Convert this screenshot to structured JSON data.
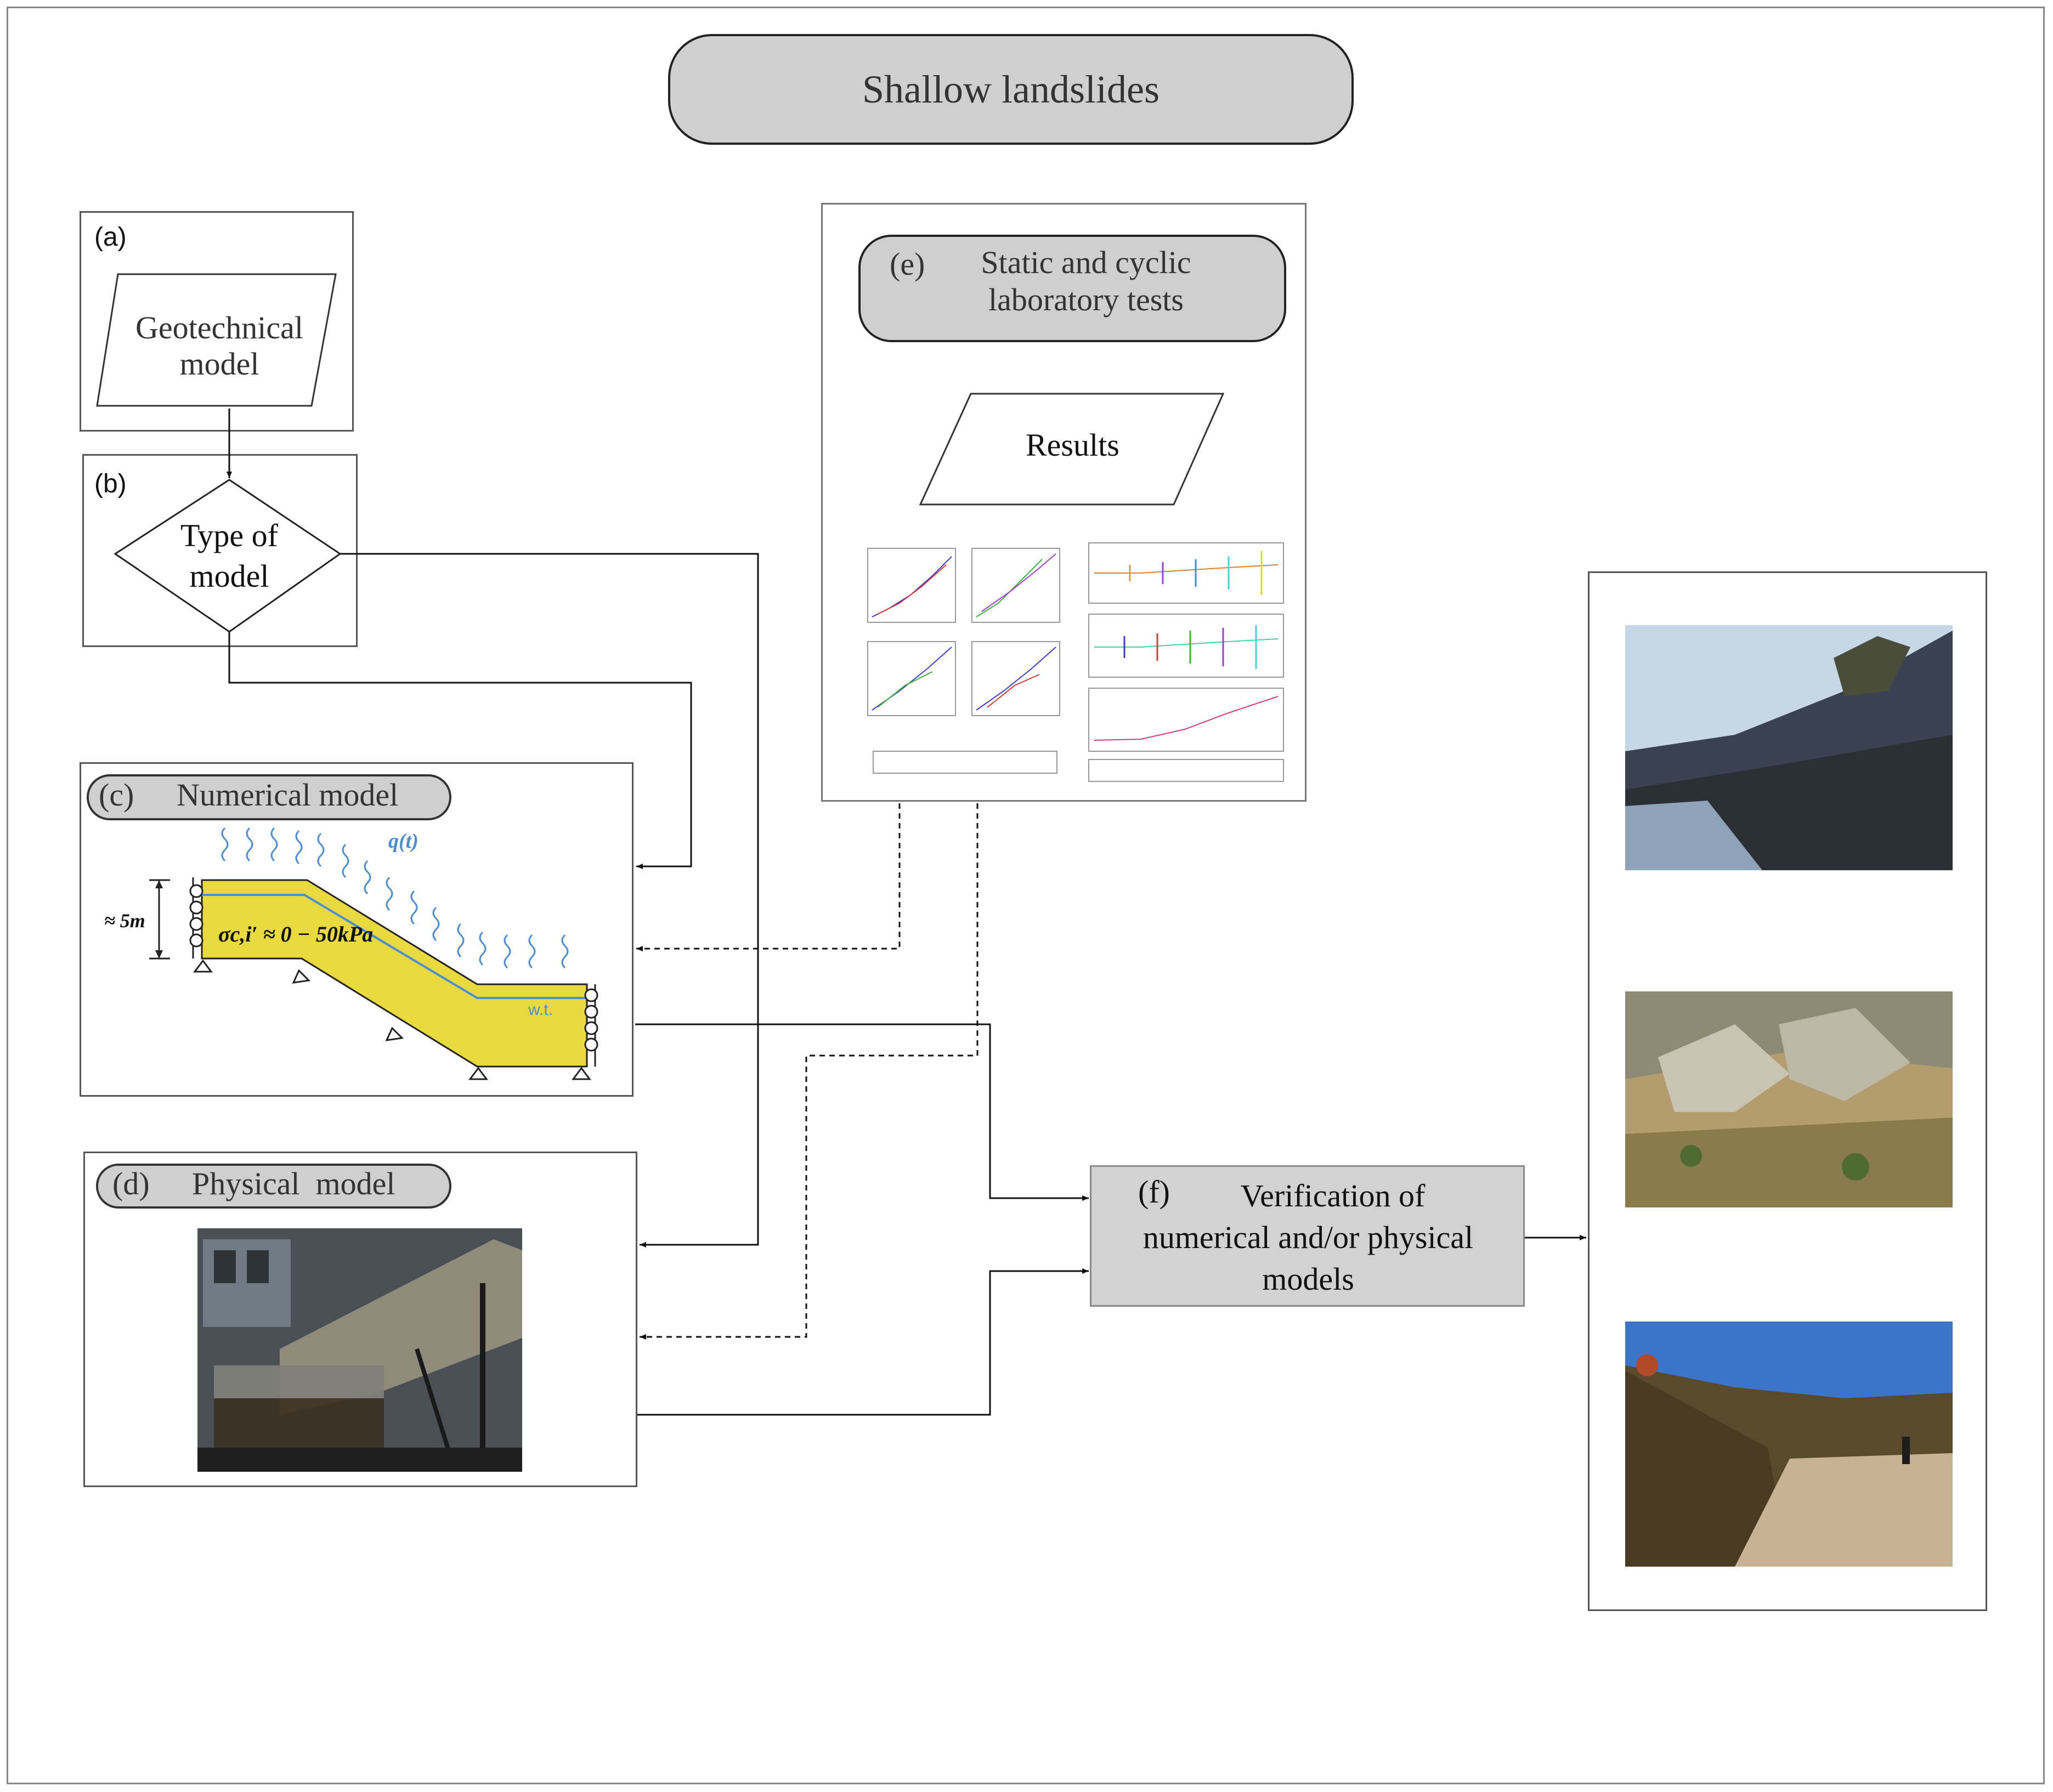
{
  "title": "Shallow landslides",
  "panel_a": {
    "letter": "(a)",
    "shape_text_line1": "Geotechnical",
    "shape_text_line2": "model"
  },
  "panel_b": {
    "letter": "(b)",
    "decision_line1": "Type of",
    "decision_line2": "model"
  },
  "panel_c": {
    "letter": "(c)",
    "title": "Numerical model",
    "height_label": "≈ 5m",
    "stress_label": "σc,i′ ≈ 0 − 50kPa",
    "rain_label": "q(t)",
    "wt_label": "w.t.",
    "colors": {
      "soil": "#e8da3e",
      "rain": "#4a8fd6"
    }
  },
  "panel_d": {
    "letter": "(d)",
    "title": "Physical  model"
  },
  "panel_e": {
    "letter": "(e)",
    "title_line1": "Static and cyclic",
    "title_line2": "laboratory tests",
    "results_label": "Results"
  },
  "panel_f": {
    "letter": "(f)",
    "line1": "Verification of",
    "line2": "numerical and/or physical",
    "line3": "models"
  },
  "colors": {
    "pill_fill": "#cfcfcf",
    "box_fill": "#d2d2d2",
    "line": "#111111"
  }
}
